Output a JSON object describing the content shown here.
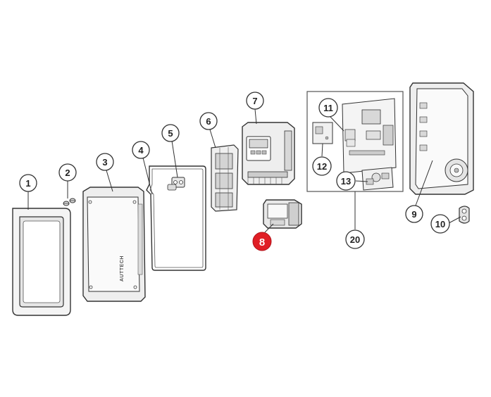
{
  "brand_text": "AUTTECH",
  "callouts": {
    "c1": "1",
    "c2": "2",
    "c3": "3",
    "c4": "4",
    "c5": "5",
    "c6": "6",
    "c7": "7",
    "c8": "8",
    "c9": "9",
    "c10": "10",
    "c11": "11",
    "c12": "12",
    "c13": "13",
    "c20": "20"
  },
  "highlighted_callout": "8",
  "colors": {
    "line": "#333333",
    "part_fill": "#f2f2f2",
    "part_shade": "#d8d8d8",
    "highlight": "#e01e25"
  }
}
